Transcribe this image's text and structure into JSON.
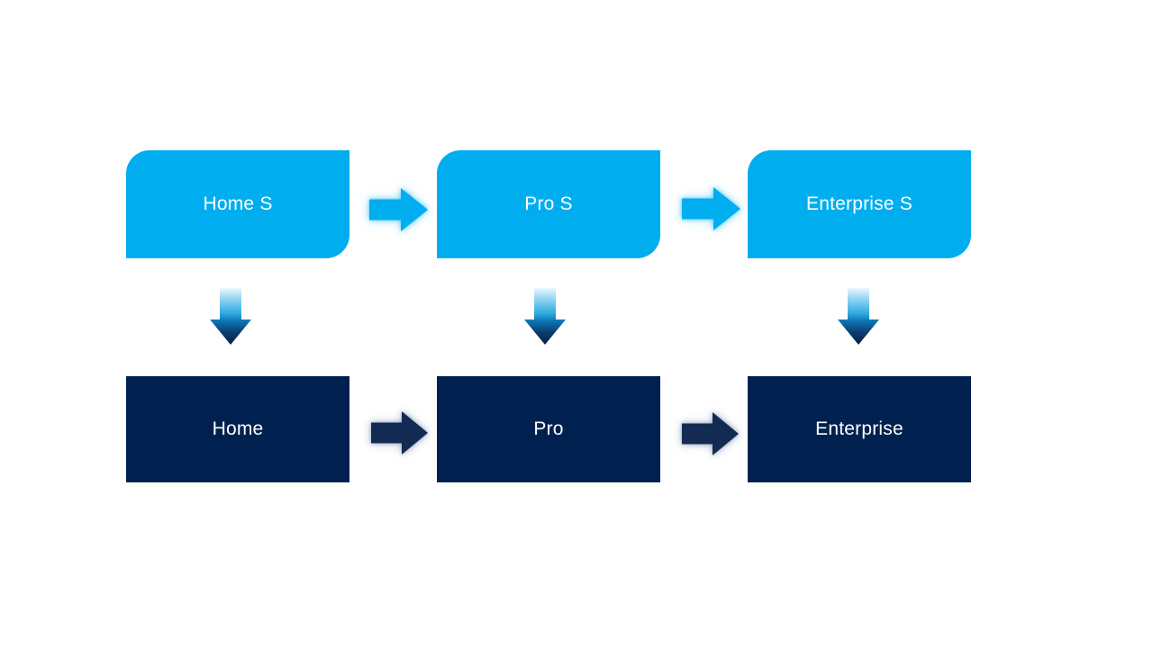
{
  "slide": {
    "background": "#FFFFFF",
    "columns": [
      {
        "top_label": "Home S",
        "bottom_label": "Home"
      },
      {
        "top_label": "Pro S",
        "bottom_label": "Pro"
      },
      {
        "top_label": "Enterprise S",
        "bottom_label": "Enterprise"
      }
    ],
    "colors": {
      "top_box": "#00AEEF",
      "bottom_box": "#00214F",
      "arrow_top": "#00AEEF",
      "arrow_bottom": "#132A52",
      "label_text": "#FFFFFF",
      "down_arrow_gradient": [
        "#EAF7FD",
        "#8FD4F1",
        "#2FA9DF",
        "#0E76B4",
        "#0B3E71",
        "#081D41"
      ]
    },
    "icons": {
      "right_arrow": "block-arrow-right-icon",
      "down_arrow": "block-arrow-down-icon"
    }
  }
}
